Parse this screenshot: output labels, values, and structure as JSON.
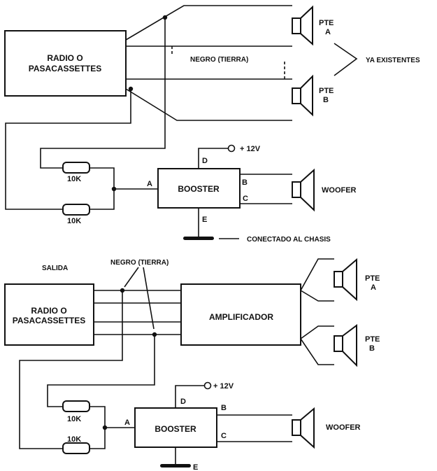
{
  "diagram1": {
    "radio_line1": "RADIO O",
    "radio_line2": "PASACASSETTES",
    "pte_a_line1": "PTE",
    "pte_a_line2": "A",
    "pte_b_line1": "PTE",
    "pte_b_line2": "B",
    "ground_label": "NEGRO (TIERRA)",
    "existing_label": "YA EXISTENTES",
    "supply_label": "+ 12V",
    "booster_label": "BOOSTER",
    "pin_a": "A",
    "pin_b": "B",
    "pin_c": "C",
    "pin_d": "D",
    "pin_e": "E",
    "woofer_label": "WOOFER",
    "res1_label": "10K",
    "res2_label": "10K",
    "chassis_label": "CONECTADO AL CHASIS"
  },
  "diagram2": {
    "output_label": "SALIDA",
    "ground_label": "NEGRO (TIERRA)",
    "radio_line1": "RADIO O",
    "radio_line2": "PASACASSETTES",
    "amp_label": "AMPLIFICADOR",
    "pte_a_line1": "PTE",
    "pte_a_line2": "A",
    "pte_b_line1": "PTE",
    "pte_b_line2": "B",
    "supply_label": "+ 12V",
    "booster_label": "BOOSTER",
    "pin_a": "A",
    "pin_b": "B",
    "pin_c": "C",
    "pin_d": "D",
    "pin_e": "E",
    "woofer_label": "WOOFER",
    "res1_label": "10K",
    "res2_label": "10K"
  }
}
